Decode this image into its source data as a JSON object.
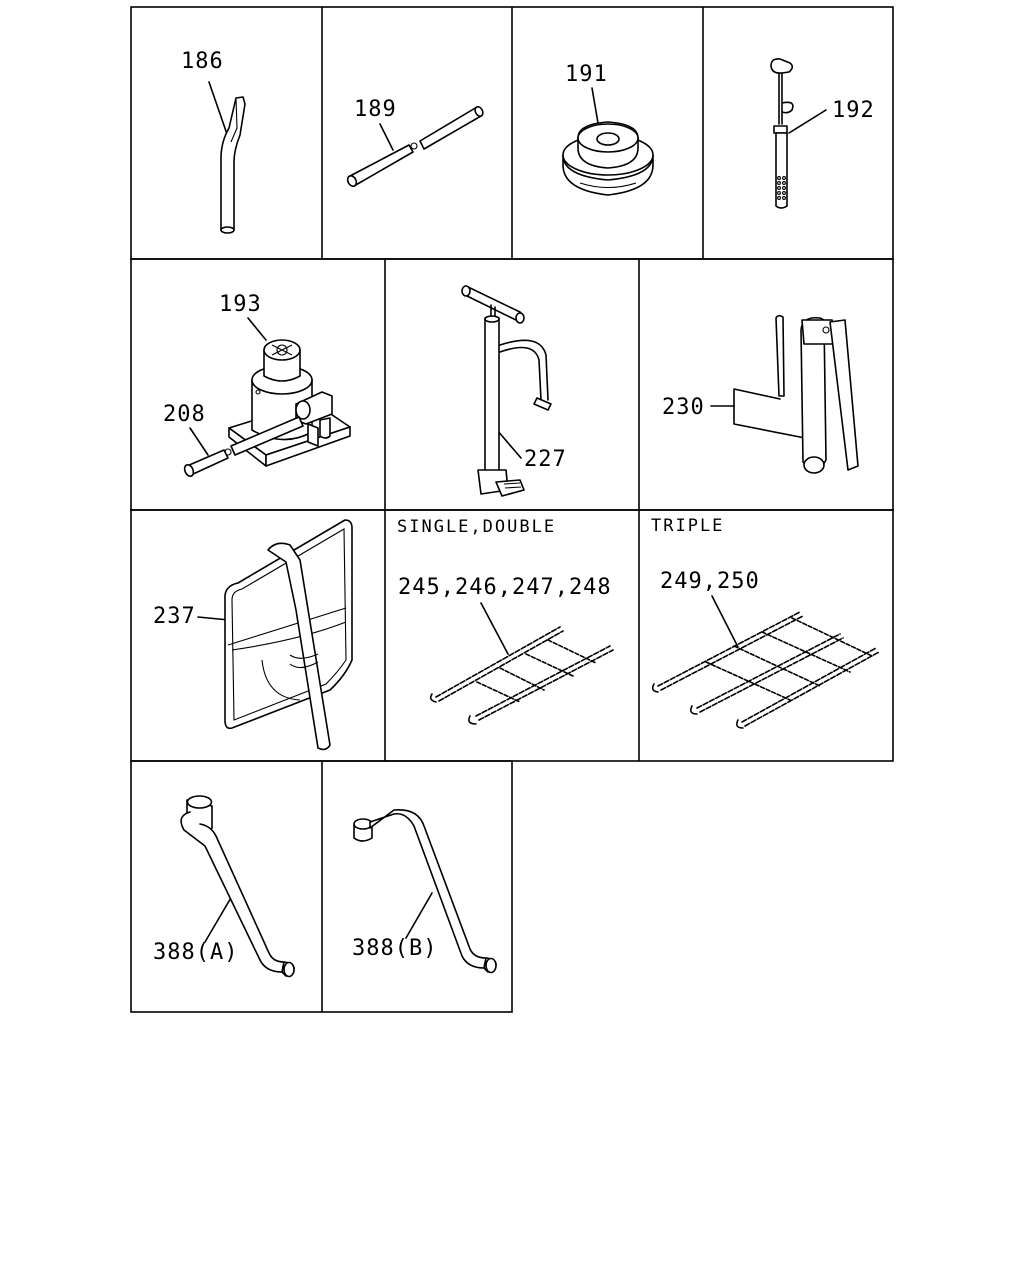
{
  "parts": {
    "p186": "186",
    "p189": "189",
    "p191": "191",
    "p192": "192",
    "p193": "193",
    "p208": "208",
    "p227": "227",
    "p230": "230",
    "p237": "237",
    "p245": "245,246,247,248",
    "p249": "249,250",
    "p388a": "388(A)",
    "p388b": "388(B)"
  },
  "captions": {
    "single_double": "SINGLE,DOUBLE",
    "triple": "TRIPLE"
  }
}
